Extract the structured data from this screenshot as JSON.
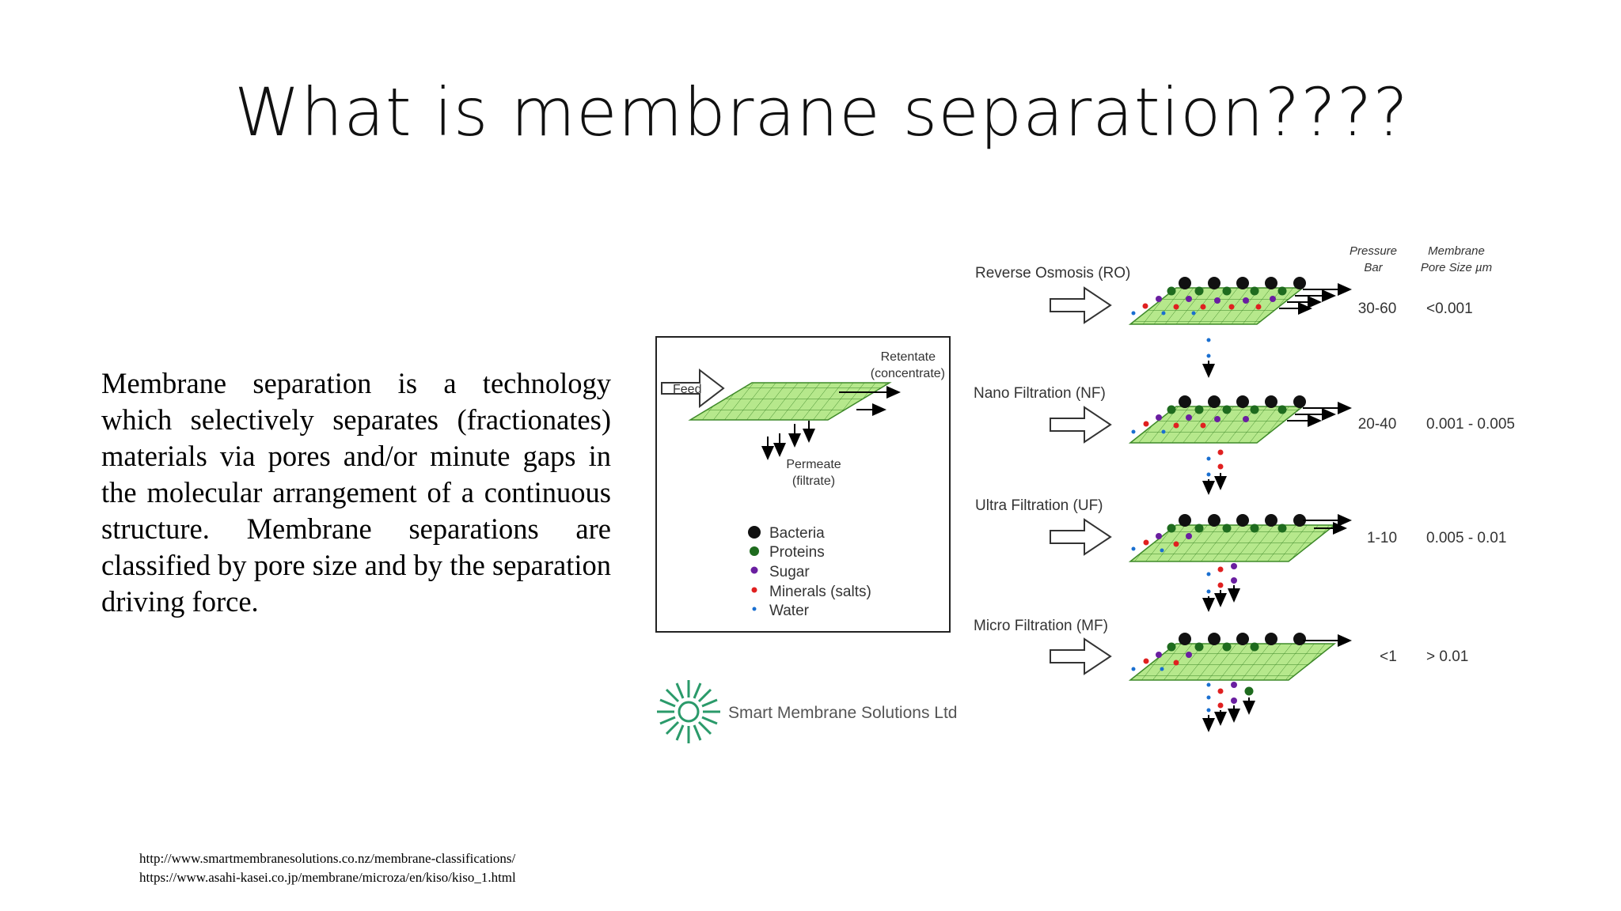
{
  "slide": {
    "title": "What is membrane separation????",
    "body": "Membrane separation is a technology which selectively separates (fractionates) materials via pores and/or minute gaps in the molecular arrangement of a continuous structure. Membrane separations are classified by pore size and by the separation driving force.",
    "references": [
      "http://www.smartmembranesolutions.co.nz/membrane-classifications/",
      "https://www.asahi-kasei.co.jp/membrane/microza/en/kiso/kiso_1.html"
    ]
  },
  "figure": {
    "schematic": {
      "feed_label": "Feed",
      "retentate_label_1": "Retentate",
      "retentate_label_2": "(concentrate)",
      "permeate_label_1": "Permeate",
      "permeate_label_2": "(filtrate)"
    },
    "legend": [
      {
        "label": "Bacteria",
        "color": "#111111"
      },
      {
        "label": "Proteins",
        "color": "#1e6b1e"
      },
      {
        "label": "Sugar",
        "color": "#6a1ea0"
      },
      {
        "label": "Minerals (salts)",
        "color": "#e02020"
      },
      {
        "label": "Water",
        "color": "#1a6fd0"
      }
    ],
    "table_headers": {
      "pressure_1": "Pressure",
      "pressure_2": "Bar",
      "pore_1": "Membrane",
      "pore_2": "Pore Size µm"
    },
    "processes": [
      {
        "name": "Reverse Osmosis (RO)",
        "pressure": "30-60",
        "pore_size": "<0.001"
      },
      {
        "name": "Nano Filtration (NF)",
        "pressure": "20-40",
        "pore_size": "0.001 - 0.005"
      },
      {
        "name": "Ultra Filtration (UF)",
        "pressure": "1-10",
        "pore_size": "0.005 - 0.01"
      },
      {
        "name": "Micro Filtration (MF)",
        "pressure": "<1",
        "pore_size": "> 0.01"
      }
    ],
    "logo_text": "Smart Membrane Solutions Ltd"
  },
  "colors": {
    "membrane_fill": "#b6e88c",
    "membrane_grid": "#3f8a2a",
    "logo_green": "#2a9a6a"
  },
  "icons": [
    "arrow-right-outline-icon",
    "arrow-down-icon",
    "logo-icon"
  ]
}
